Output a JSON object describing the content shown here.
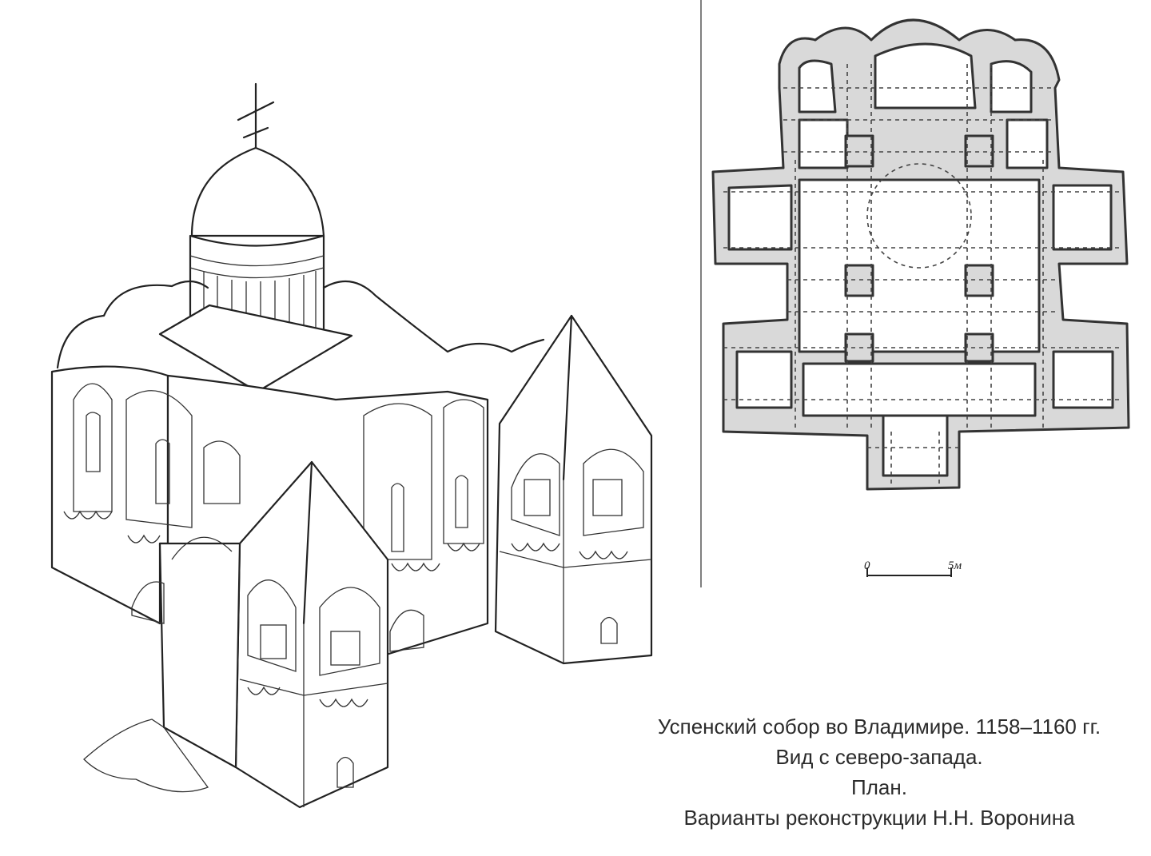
{
  "caption": {
    "line1": "Успенский собор во Владимире. 1158–1160 гг.",
    "line2": "Вид с северо-запада.",
    "line3": "План.",
    "line4": "Варианты реконструкции Н.Н. Воронина"
  },
  "scale": {
    "start": "0",
    "end": "5м"
  }
}
